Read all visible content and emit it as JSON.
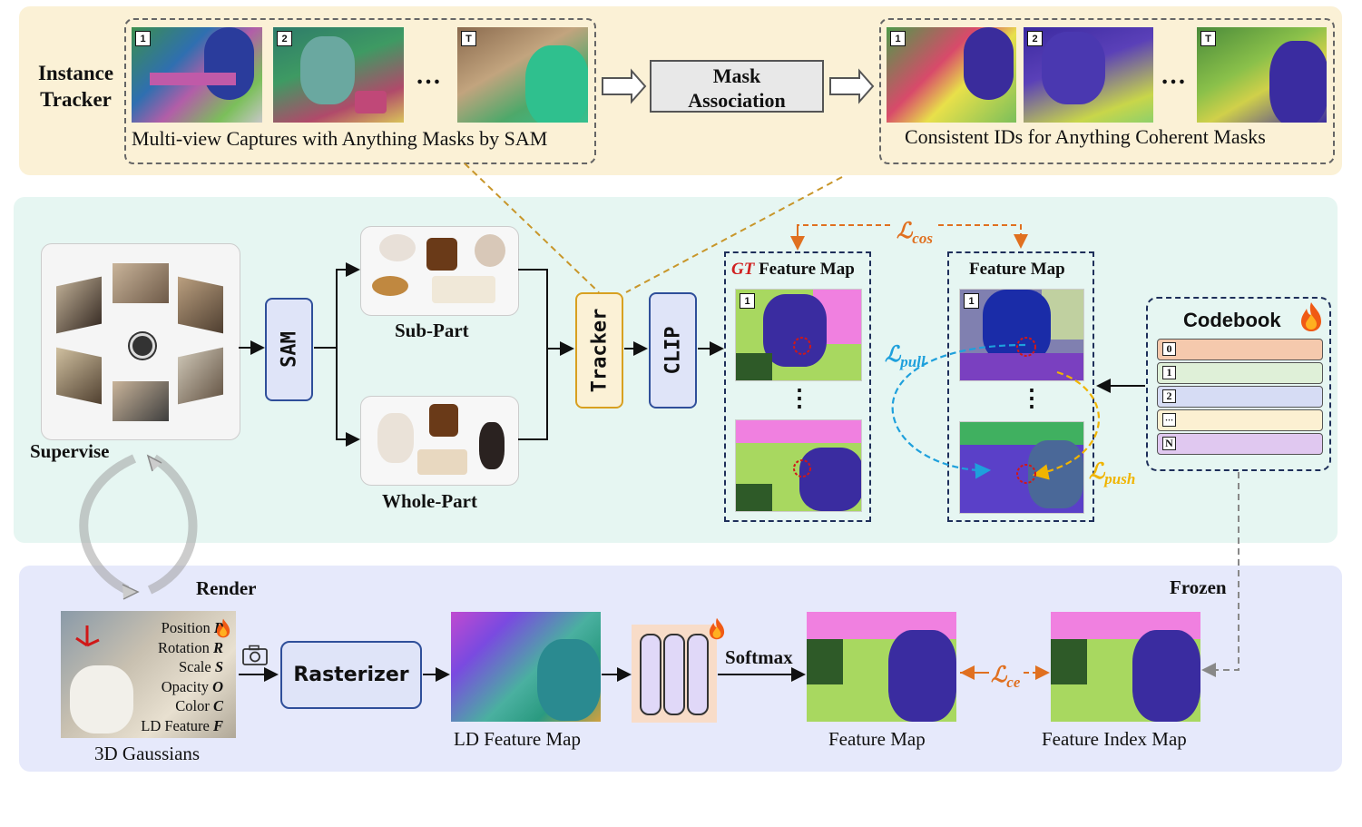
{
  "tracker_panel": {
    "title_line1": "Instance",
    "title_line2": "Tracker",
    "left_caption": "Multi-view Captures with Anything Masks by SAM",
    "right_caption": "Consistent IDs for Anything Coherent Masks",
    "mask_assoc_line1": "Mask",
    "mask_assoc_line2": "Association",
    "ellipsis": "…",
    "frame_labels": [
      "1",
      "2",
      "T"
    ]
  },
  "train_panel": {
    "supervise": "Supervise",
    "sam": "SAM",
    "sub_part": "Sub-Part",
    "whole_part": "Whole-Part",
    "tracker": "Tracker",
    "clip": "CLIP",
    "gt_prefix": "GT",
    "gt_feature_map": "Feature Map",
    "feature_map": "Feature Map",
    "codebook": "Codebook",
    "codebook_rows": [
      "0",
      "1",
      "2",
      "···",
      "N"
    ],
    "loss_cos": "cos",
    "loss_pull": "pull",
    "loss_push": "push",
    "loss_symbol": "ℒ",
    "vdots": "⋮"
  },
  "render_panel": {
    "render": "Render",
    "frozen": "Frozen",
    "softmax": "Softmax",
    "rasterizer": "Rasterizer",
    "gaussian_attrs": [
      {
        "name": "Position",
        "sym": "P"
      },
      {
        "name": "Rotation",
        "sym": "R"
      },
      {
        "name": "Scale",
        "sym": "S"
      },
      {
        "name": "Opacity",
        "sym": "O"
      },
      {
        "name": "Color",
        "sym": "C"
      },
      {
        "name": "LD Feature",
        "sym": "F"
      }
    ],
    "gaussians_caption": "3D Gaussians",
    "ld_feature_caption": "LD Feature Map",
    "feature_map_caption": "Feature Map",
    "feature_index_caption": "Feature Index Map",
    "loss_ce": "ce"
  },
  "colors": {
    "tracker_bg": "#fbf1d6",
    "train_bg": "#e6f6f2",
    "render_bg": "#e6e9fb",
    "orange": "#e07020",
    "blue_loss": "#1ea0dc",
    "yellow_loss": "#f0b400",
    "codebook_rows": [
      "#f5c9ad",
      "#dff0d8",
      "#d6dcf4",
      "#fcf0d2",
      "#e0c8f0"
    ]
  },
  "icons": [
    "camera-icon",
    "fire-icon",
    "flame-icon",
    "arrow-icon"
  ]
}
